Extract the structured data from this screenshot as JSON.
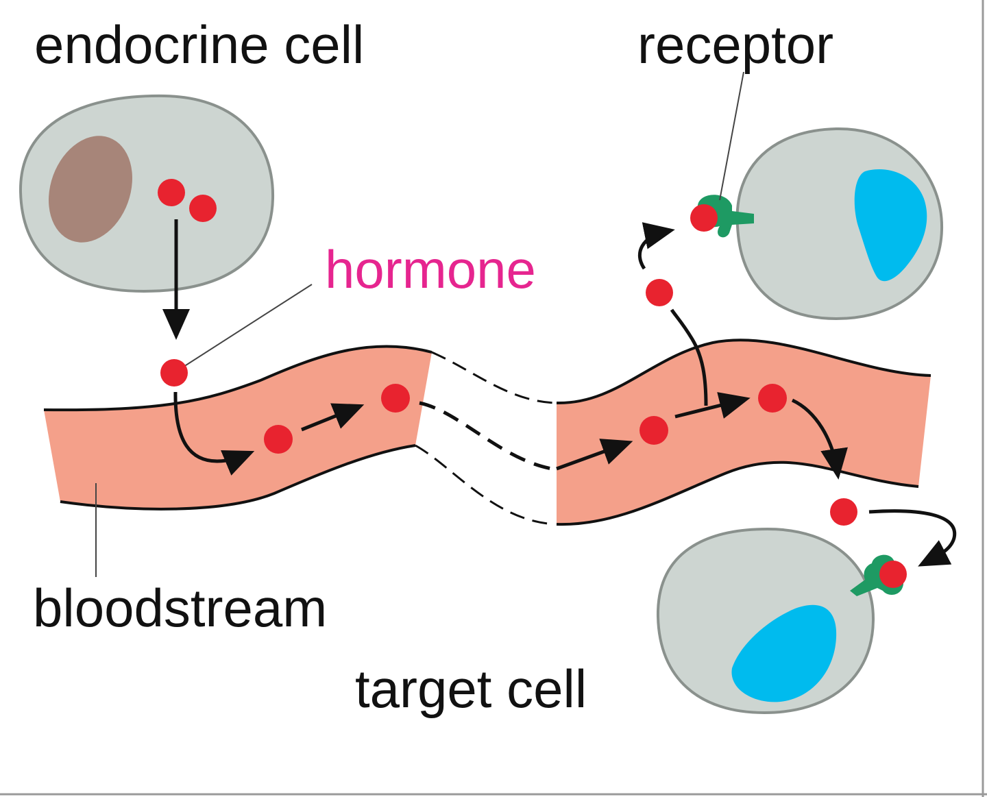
{
  "labels": {
    "endocrine_cell": "endocrine cell",
    "receptor": "receptor",
    "hormone": "hormone",
    "bloodstream": "bloodstream",
    "target_cell": "target cell"
  },
  "colors": {
    "cell_fill": "#cdd5d1",
    "cell_stroke": "#8a918d",
    "endocrine_nucleus": "#a78579",
    "target_nucleus": "#00bbee",
    "blood_fill": "#f4a08a",
    "hormone": "#e8232f",
    "receptor": "#1e9a63",
    "hormone_label": "#e6258f",
    "ink": "#111111",
    "frame": "#9a9a9a"
  }
}
